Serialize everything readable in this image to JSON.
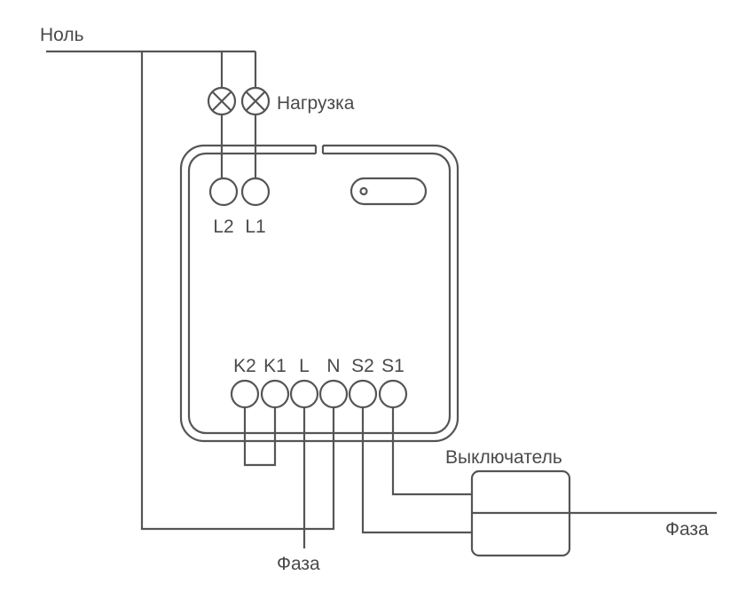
{
  "labels": {
    "neutral": "Ноль",
    "load": "Нагрузка",
    "switch": "Выключатель",
    "phase_right": "Фаза",
    "phase_bottom": "Фаза"
  },
  "terminals": {
    "top": [
      "L2",
      "L1"
    ],
    "bottom": [
      "K2",
      "K1",
      "L",
      "N",
      "S2",
      "S1"
    ]
  },
  "colors": {
    "line": "#555555",
    "text": "#4a4a4a",
    "background": "#ffffff"
  }
}
